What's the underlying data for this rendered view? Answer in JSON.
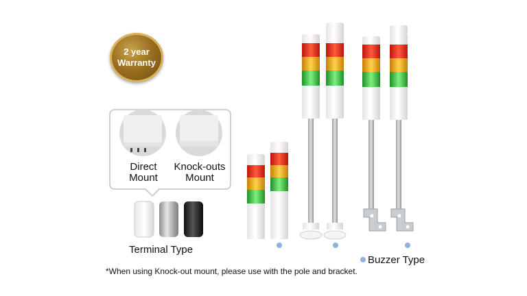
{
  "badge": {
    "line1": "2 year",
    "line2": "Warranty"
  },
  "mounts": {
    "direct_line1": "Direct",
    "direct_line2": "Mount",
    "knockout_line1": "Knock-outs",
    "knockout_line2": "Mount"
  },
  "terminal": {
    "label": "Terminal Type"
  },
  "buzzer": {
    "label": "Buzzer Type"
  },
  "footnote": {
    "text": "*When using Knock-out mount, please use with the pole and bracket."
  },
  "colors": {
    "badge_gold": "#9a6f1f",
    "bullet_blue": "#8fb1de",
    "lamp_red": "#e0301e",
    "lamp_amber": "#f2a81d",
    "lamp_green": "#3cc24a"
  }
}
